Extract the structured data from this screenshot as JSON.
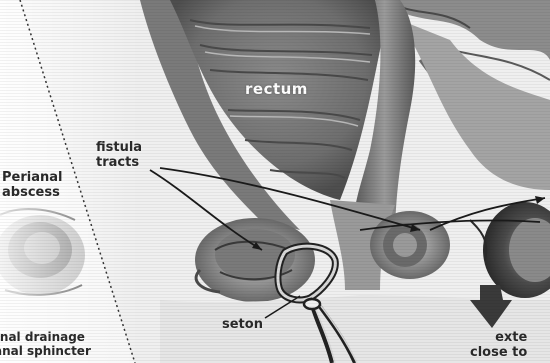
{
  "labels": {
    "rectum": "rectum",
    "fistula_line1": "fistula",
    "fistula_line2": "tracts",
    "perianal_line1": "Perianal",
    "perianal_line2": "abscess",
    "seton": "seton",
    "drainage_line1": "rnal drainage",
    "drainage_line2": "anal sphincter",
    "external_line1": "exte",
    "external_line2": "close to"
  }
}
